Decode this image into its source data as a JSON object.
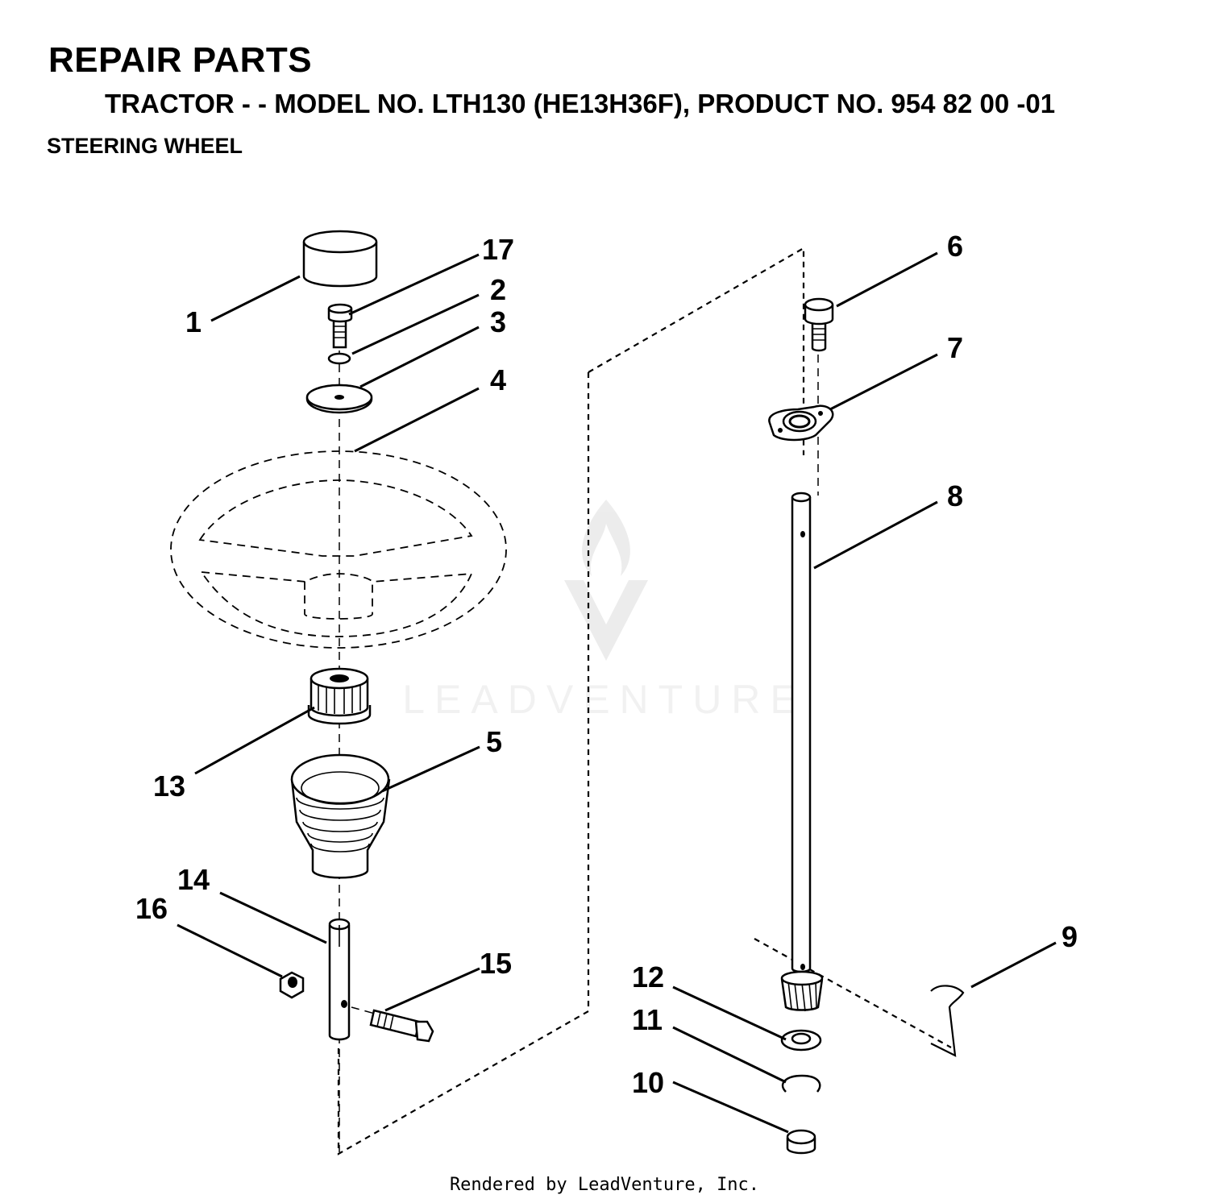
{
  "header": {
    "title": "REPAIR PARTS",
    "subtitle": "TRACTOR - - MODEL NO. LTH130 (HE13H36F),  PRODUCT NO. 954 82 00 -01",
    "section": "STEERING WHEEL"
  },
  "watermark": "LEADVENTURE",
  "callouts": [
    "1",
    "2",
    "3",
    "4",
    "5",
    "6",
    "7",
    "8",
    "9",
    "10",
    "11",
    "12",
    "13",
    "14",
    "15",
    "16",
    "17"
  ],
  "footer": "Rendered by LeadVenture, Inc."
}
